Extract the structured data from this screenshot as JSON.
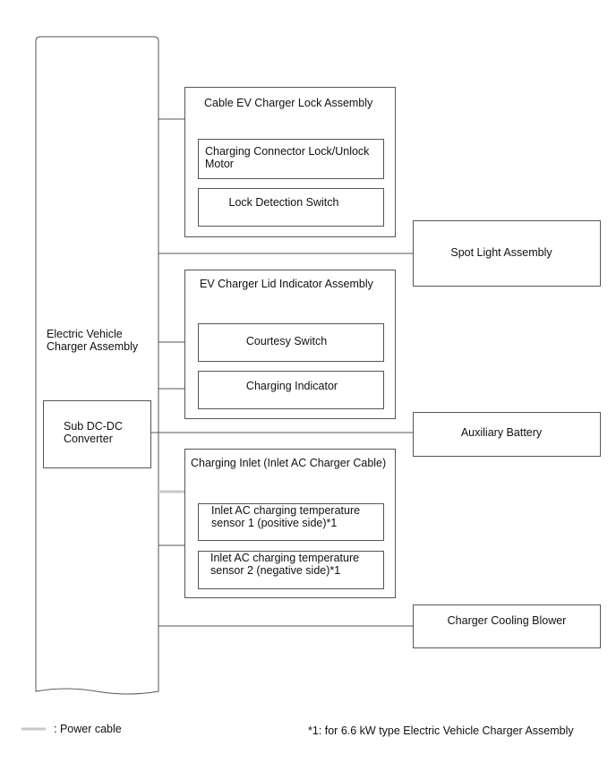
{
  "main_unit": {
    "label_line1": "Electric Vehicle",
    "label_line2": "Charger Assembly"
  },
  "sub_unit": {
    "label_line1": "Sub DC-DC",
    "label_line2": "Converter"
  },
  "groups": {
    "cable_lock": {
      "title": "Cable EV Charger Lock Assembly",
      "motor_line1": "Charging Connector Lock/Unlock",
      "motor_line2": "Motor",
      "switch": "Lock Detection Switch"
    },
    "lid_indicator": {
      "title": "EV Charger Lid Indicator Assembly",
      "courtesy": "Courtesy Switch",
      "indicator": "Charging Indicator"
    },
    "charging_inlet": {
      "title": "Charging Inlet (Inlet AC Charger Cable)",
      "sensor1_line1": "Inlet AC charging temperature",
      "sensor1_line2": "sensor 1 (positive side)*1",
      "sensor2_line1": "Inlet AC charging temperature",
      "sensor2_line2": "sensor 2 (negative side)*1"
    }
  },
  "external": {
    "spot_light": "Spot Light Assembly",
    "aux_battery": "Auxiliary Battery",
    "cooling_blower": "Charger Cooling Blower"
  },
  "legend": {
    "power_cable": ": Power cable",
    "footnote": "*1: for 6.6 kW type Electric Vehicle Charger Assembly"
  },
  "colors": {
    "line": "#555555",
    "power_cable": "#c8c8c8"
  }
}
